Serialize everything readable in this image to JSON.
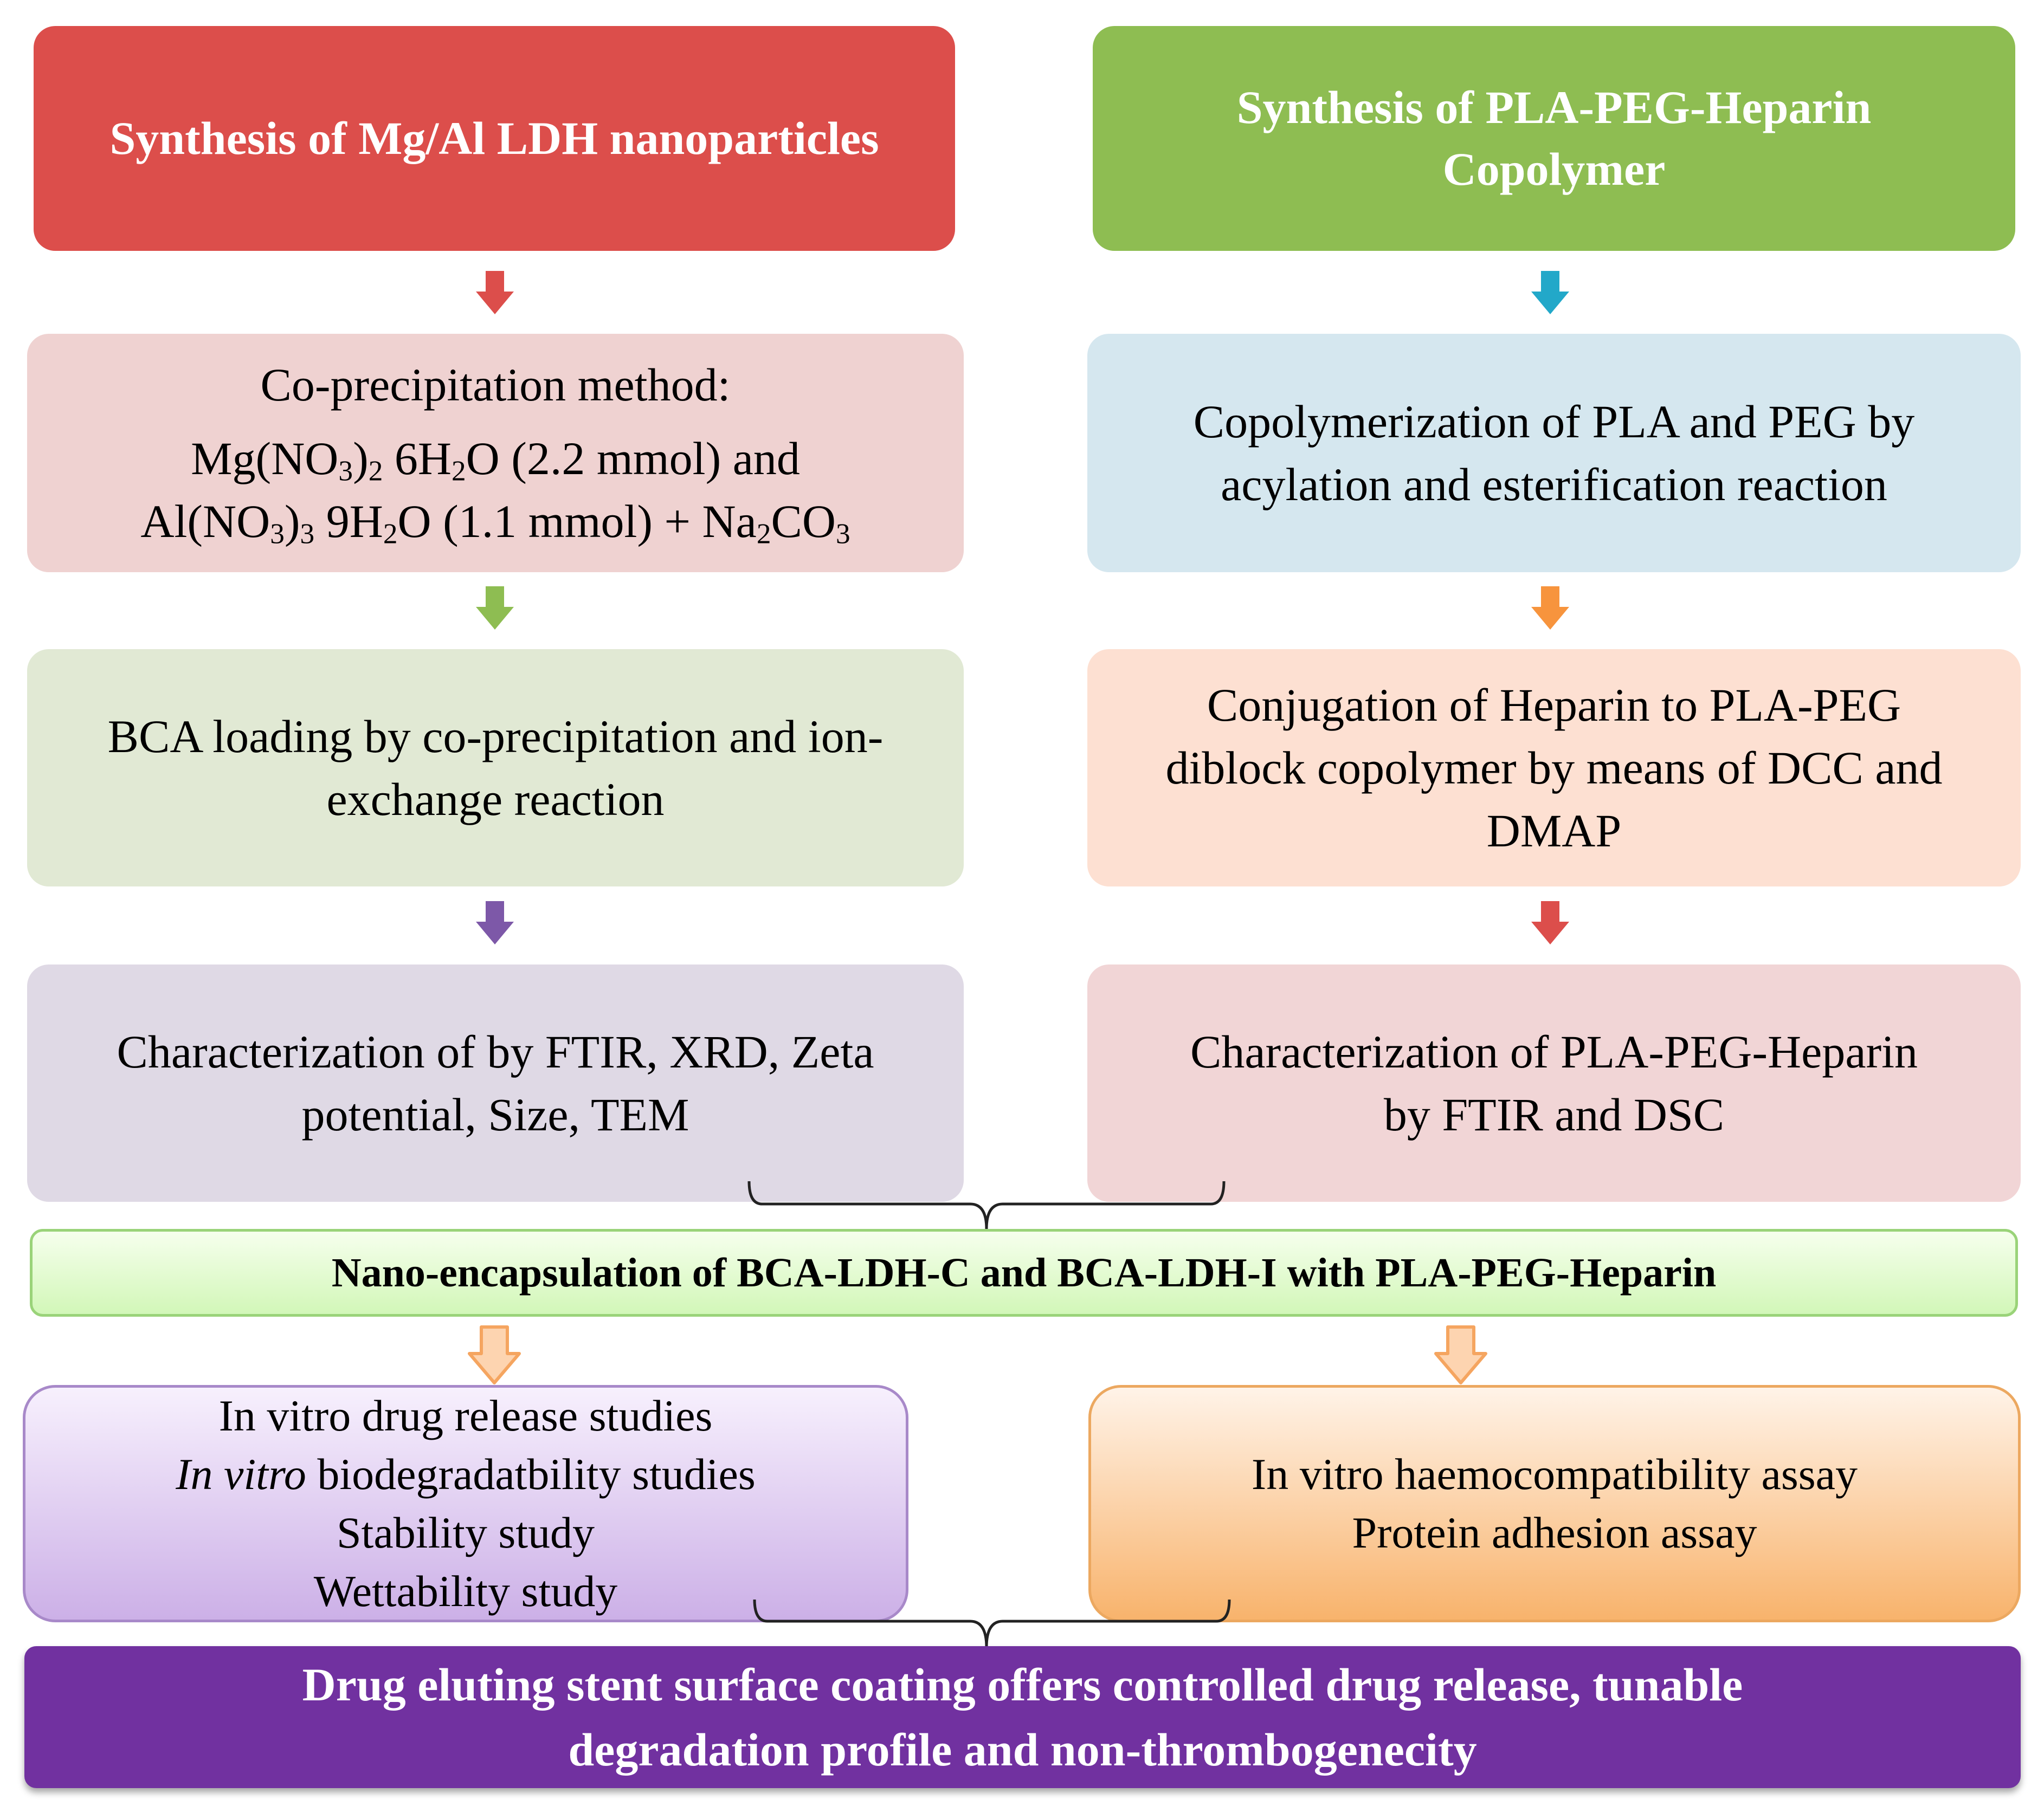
{
  "left_branch": {
    "title": "Synthesis of Mg/Al LDH nanoparticles",
    "step1": {
      "line1": "Co-precipitation method:",
      "line2_a": "Mg(NO",
      "line2_sub1": "3",
      "line2_b": ")",
      "line2_sub2": "2",
      "line2_c": " 6H",
      "line2_sub3": "2",
      "line2_d": "O (2.2 mmol) and",
      "line3_a": "Al(NO",
      "line3_sub1": "3",
      "line3_b": ")",
      "line3_sub2": "3",
      "line3_c": " 9H",
      "line3_sub3": "2",
      "line3_d": "O (1.1 mmol) + Na",
      "line3_sub4": "2",
      "line3_e": "CO",
      "line3_sub5": "3"
    },
    "step2": {
      "line1": "BCA loading by co-precipitation and ion-",
      "line2": "exchange reaction"
    },
    "step3": {
      "line1": "Characterization of  by FTIR, XRD, Zeta",
      "line2": "potential, Size, TEM"
    }
  },
  "right_branch": {
    "title_line1": "Synthesis of PLA-PEG-Heparin",
    "title_line2": "Copolymer",
    "step1": {
      "line1": "Copolymerization of PLA and PEG by",
      "line2": "acylation and esterification reaction"
    },
    "step2": {
      "line1": "Conjugation of Heparin to PLA-PEG",
      "line2": "diblock copolymer by means of DCC and",
      "line3": "DMAP"
    },
    "step3": {
      "line1": "Characterization of PLA-PEG-Heparin",
      "line2": "by FTIR and DSC"
    }
  },
  "merge": {
    "label": "Nano-encapsulation of BCA-LDH-C and BCA-LDH-I with PLA-PEG-Heparin"
  },
  "studies": {
    "line1": "In vitro drug release studies",
    "line2_italic": "In vitro",
    "line2_rest": " biodegradatbility studies",
    "line3": "Stability study",
    "line4": "Wettability study"
  },
  "assays": {
    "line1": "In vitro haemocompatibility assay",
    "line2": "Protein adhesion assay"
  },
  "final": {
    "line1": "Drug eluting stent surface coating offers controlled drug release, tunable",
    "line2": "degradation profile and non-thrombogenecity"
  },
  "colors": {
    "ldh_title": "#dc4e4b",
    "pla_title": "#8ebd52",
    "coprecip": "#efd2d1",
    "copolym": "#d5e7ef",
    "bca": "#e1e9d4",
    "conj": "#fde0d2",
    "char_ldh": "#dfd9e5",
    "char_pla": "#f1d5d6",
    "final": "#7131a0",
    "arrow_red": "#dc4e4b",
    "arrow_blue": "#22a8c9",
    "arrow_green": "#8ebd52",
    "arrow_orange": "#f7943d",
    "arrow_purple": "#7d58a8",
    "arrow_hollow_fill": "#fdd4b0",
    "arrow_hollow_stroke": "#f5a560"
  }
}
